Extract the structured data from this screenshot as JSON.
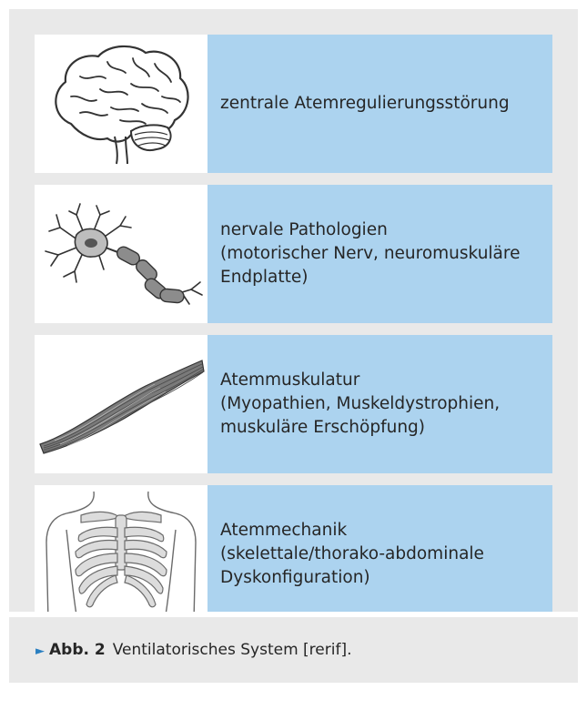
{
  "rows": [
    {
      "icon": "brain-icon",
      "label": "zentrale Atemregulierungsstörung"
    },
    {
      "icon": "neuron-icon",
      "label": "nervale Pathologien\n(motorischer Nerv, neuromuskuläre\nEndplatte)"
    },
    {
      "icon": "muscle-icon",
      "label": "Atemmuskulatur\n(Myopathien, Muskeldystrophien,\nmuskuläre Erschöpfung)"
    },
    {
      "icon": "ribcage-icon",
      "label": "Atemmechanik\n(skelettale/thorako-abdominale\nDyskonfiguration)"
    }
  ],
  "caption": {
    "marker": "►",
    "figure_number": "Abb. 2",
    "text": "Ventilatorisches System [rerif]."
  },
  "colors": {
    "panel": "#e9e9e9",
    "label_bg": "#acd3ef",
    "marker": "#2a7fc1"
  }
}
